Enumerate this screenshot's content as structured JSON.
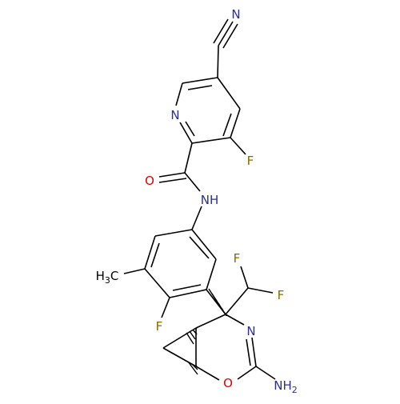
{
  "atoms": {
    "nitrile_n": "N",
    "pyridine_n": "N",
    "f_pyridine": "F",
    "carbonyl_o": "O",
    "amide_nh": "NH",
    "methyl": "H3C",
    "f_aryl": "F",
    "chf2_f1": "F",
    "chf2_f2": "F",
    "ring_n": "N",
    "ring_o": "O",
    "amino": "NH2"
  },
  "colors": {
    "bond": "#000000",
    "nitrogen": "#2e2e8f",
    "oxygen": "#e00000",
    "fluorine": "#8a6a00",
    "carbon": "#000000"
  }
}
